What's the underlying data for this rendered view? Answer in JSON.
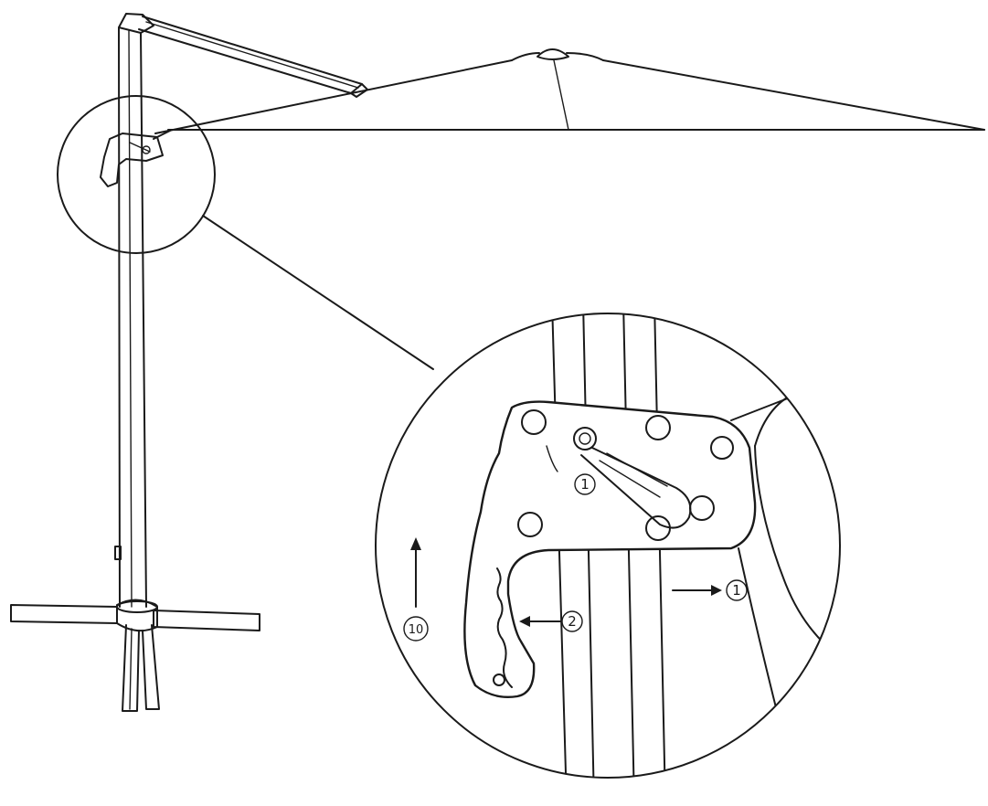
{
  "diagram": {
    "callouts": [
      {
        "id": "step-1-pin",
        "text": "1"
      },
      {
        "id": "step-1-arrow",
        "text": "1"
      },
      {
        "id": "step-2-arrow",
        "text": "2"
      },
      {
        "id": "step-10-arrow",
        "text": "10"
      }
    ],
    "arrow_directions": {
      "step-1-arrow": "right",
      "step-2-arrow": "left",
      "step-10-arrow": "up"
    },
    "line_color": "#1a1a1a",
    "background_color": "#ffffff"
  }
}
